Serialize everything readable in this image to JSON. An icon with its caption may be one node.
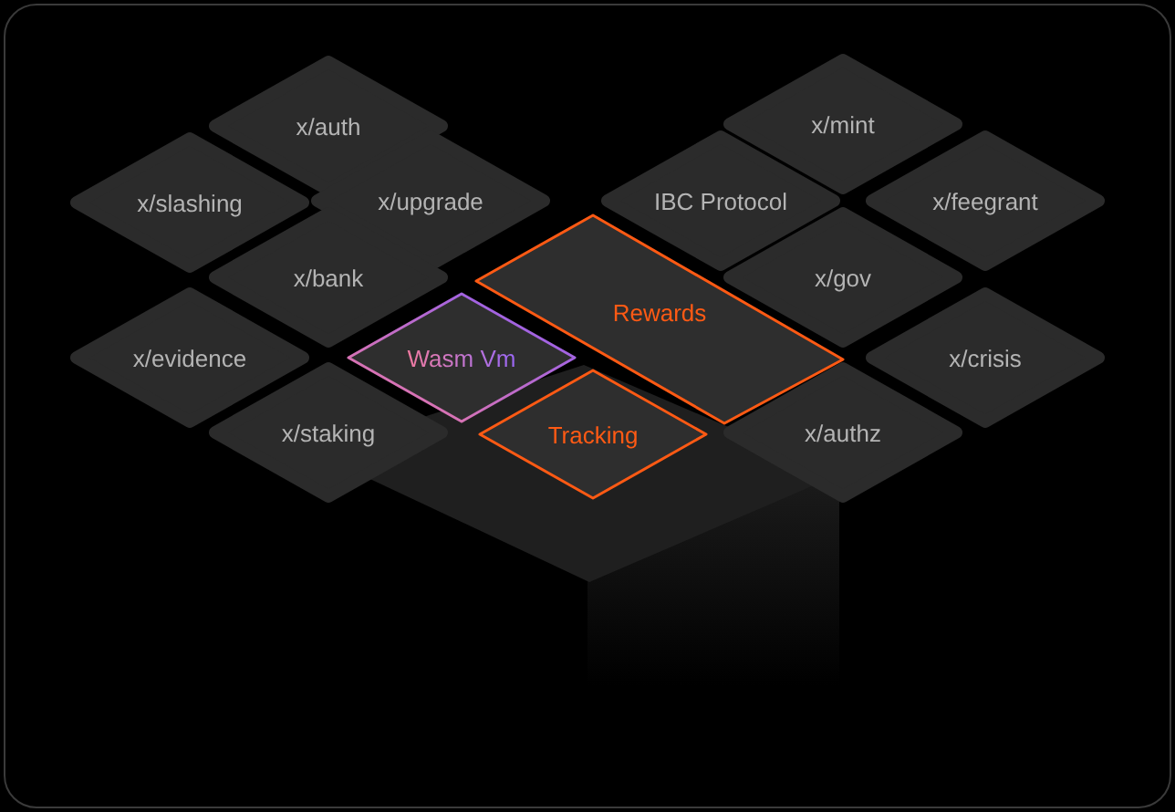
{
  "diagram": {
    "nodes": [
      {
        "text": [
          "x/auth"
        ]
      },
      {
        "text": [
          "x/mint"
        ]
      },
      {
        "text": [
          "x/slashing"
        ]
      },
      {
        "text": [
          "x/upgrade"
        ]
      },
      {
        "text": [
          "IBC Protocol"
        ]
      },
      {
        "text": [
          "x/feegrant"
        ]
      },
      {
        "text": [
          "x/bank"
        ]
      },
      {
        "text": [
          "Rewards"
        ]
      },
      {
        "text": [
          "x/gov"
        ]
      },
      {
        "text": [
          "x/evidence"
        ]
      },
      {
        "text": [
          "Wasm Vm"
        ]
      },
      {
        "text": [
          "x/crisis"
        ]
      },
      {
        "text": [
          "x/staking"
        ]
      },
      {
        "text": [
          "Tracking"
        ]
      },
      {
        "text": [
          "x/authz"
        ]
      }
    ]
  }
}
